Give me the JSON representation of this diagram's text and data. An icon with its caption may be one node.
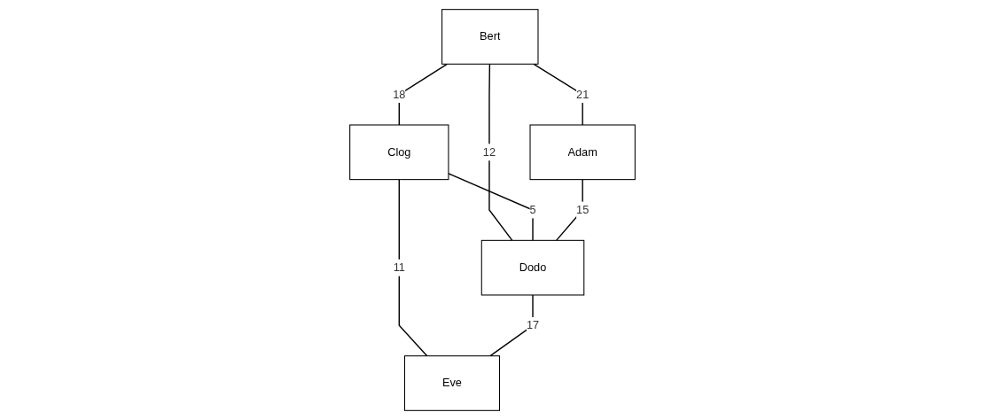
{
  "diagram": {
    "nodes": [
      {
        "text": [
          "Bert"
        ]
      },
      {
        "text": [
          "Clog"
        ]
      },
      {
        "text": [
          "Adam"
        ]
      },
      {
        "text": [
          "Dodo"
        ]
      },
      {
        "text": [
          "Eve"
        ]
      }
    ],
    "edges": [
      {
        "from": 0,
        "to": 1,
        "arrow": "none",
        "label": "18"
      },
      {
        "from": 0,
        "to": 2,
        "arrow": "none",
        "label": "21"
      },
      {
        "from": 0,
        "to": 3,
        "arrow": "none",
        "label": "12"
      },
      {
        "from": 1,
        "to": 3,
        "arrow": "none",
        "label": "5"
      },
      {
        "from": 1,
        "to": 4,
        "arrow": "none",
        "label": "11"
      },
      {
        "from": 2,
        "to": 3,
        "arrow": "none",
        "label": "15"
      },
      {
        "from": 3,
        "to": 4,
        "arrow": "none",
        "label": "17"
      }
    ]
  }
}
